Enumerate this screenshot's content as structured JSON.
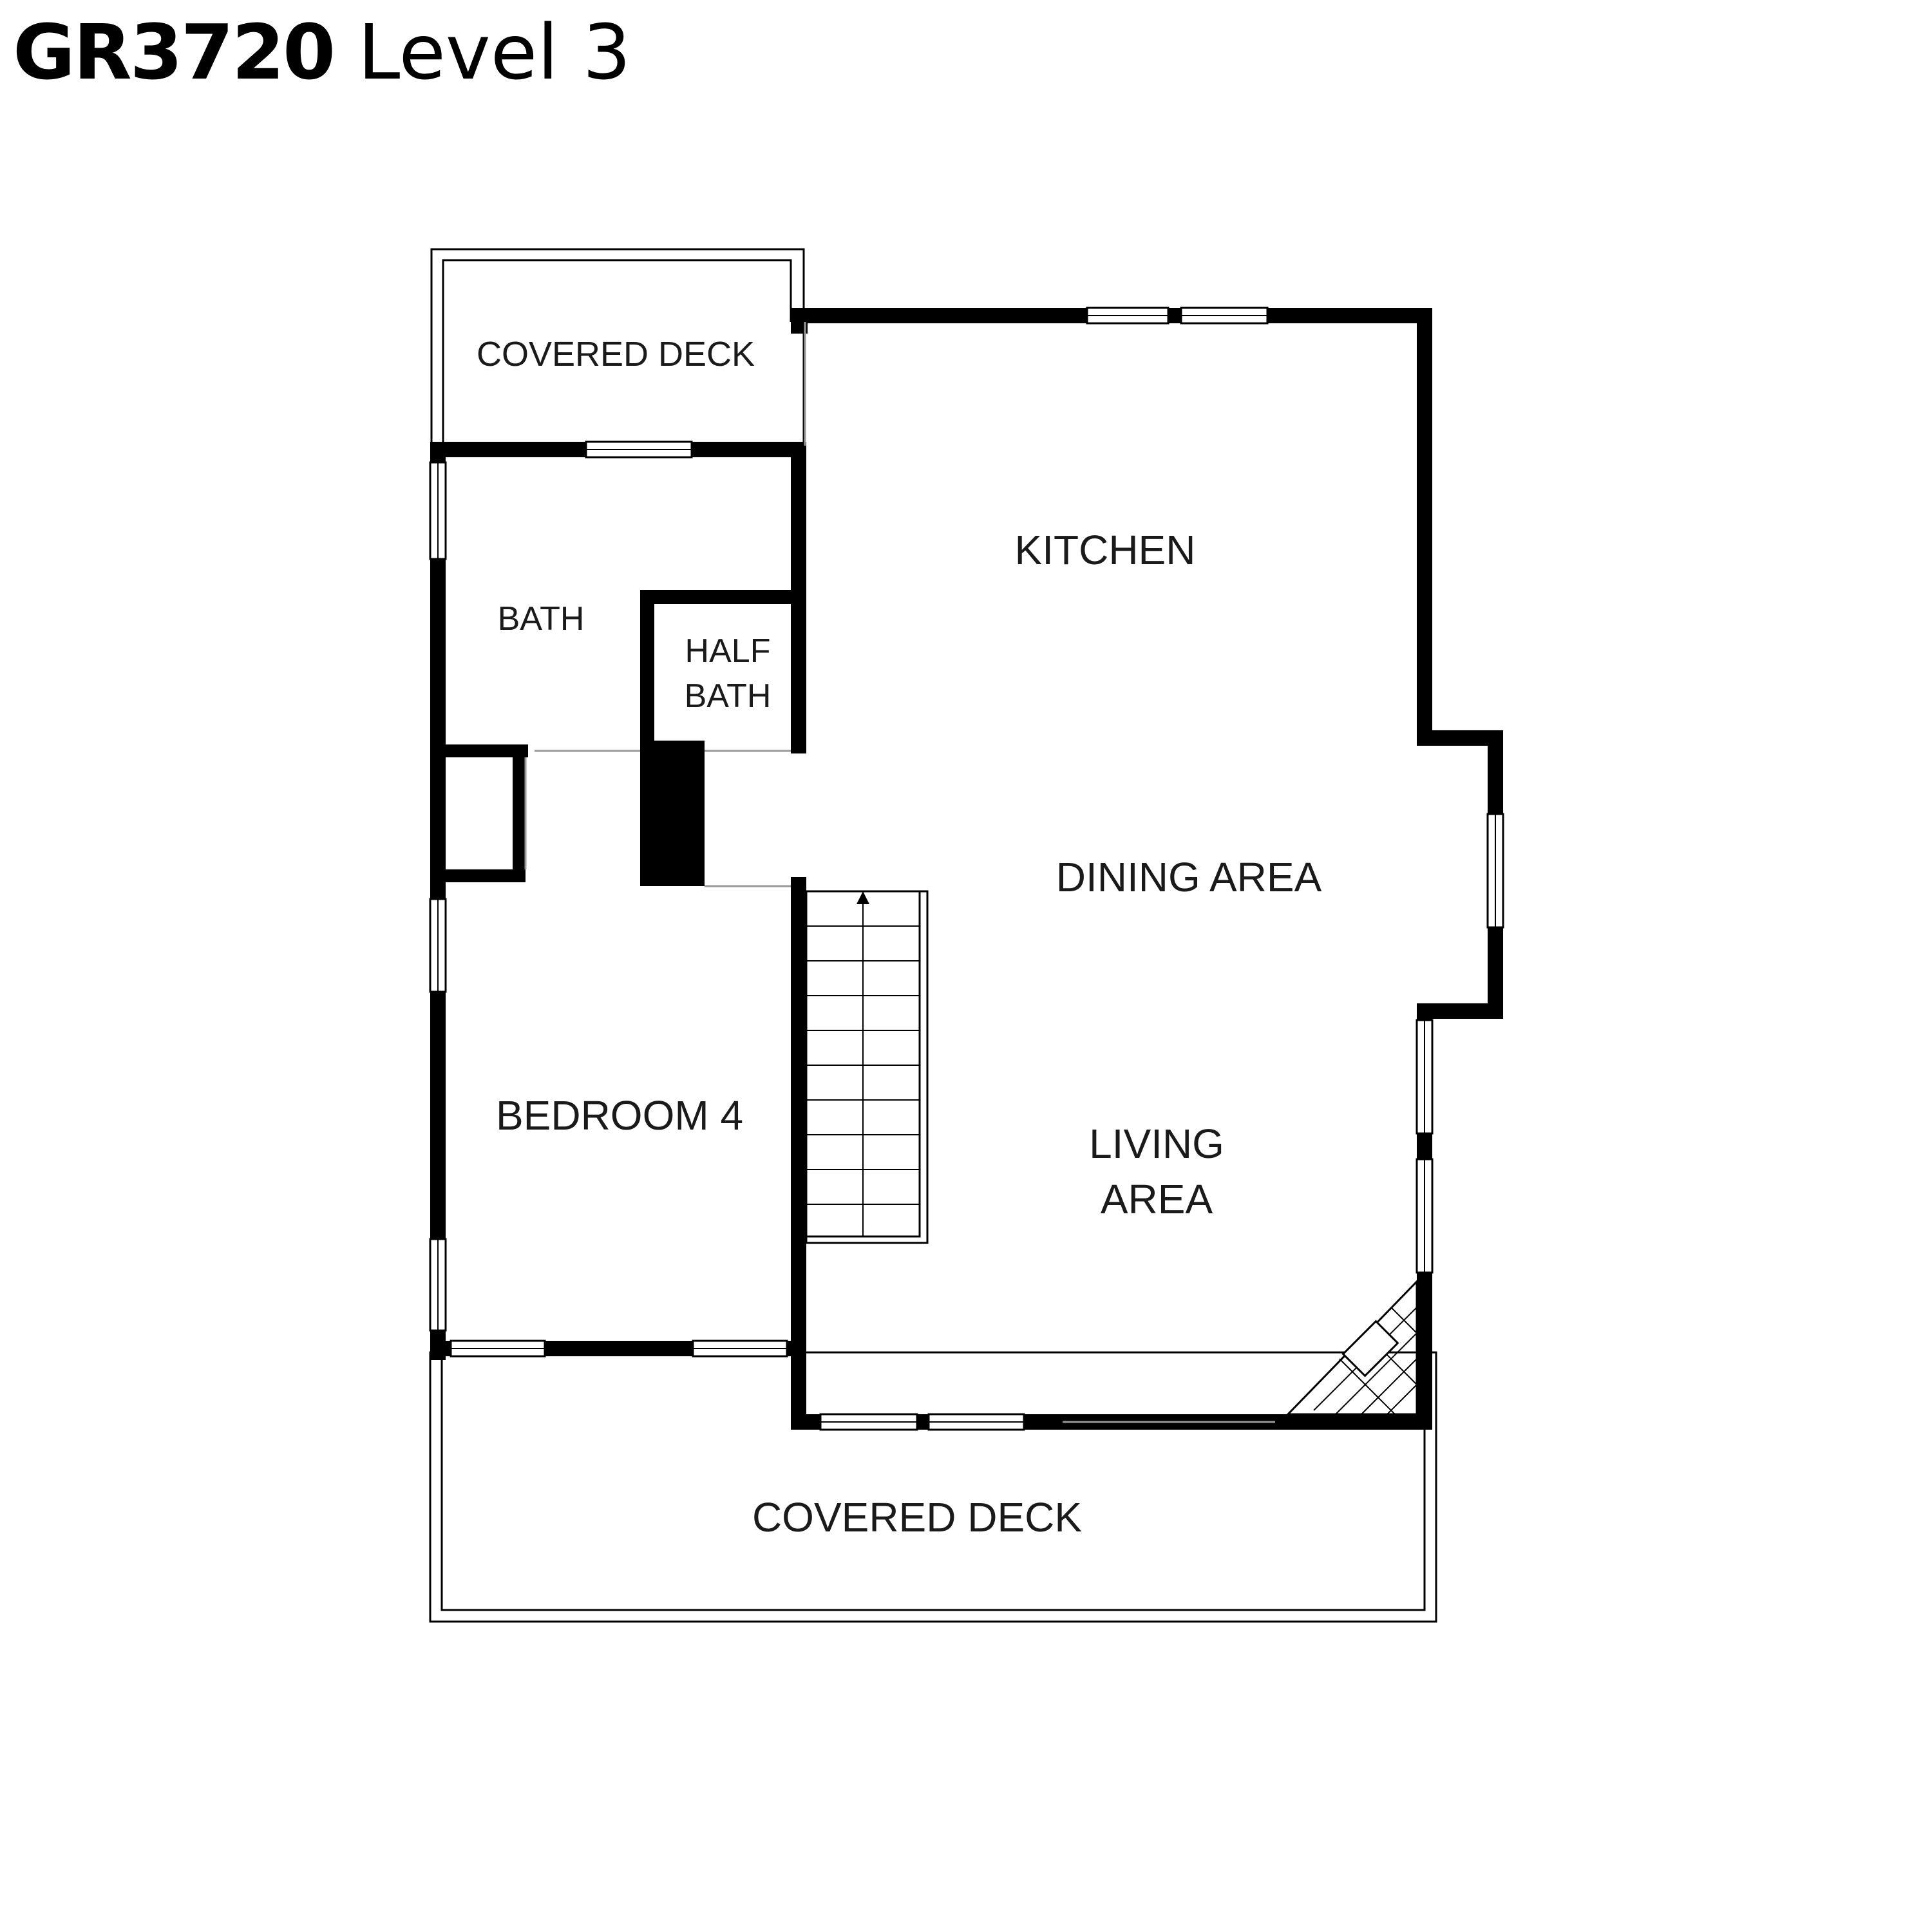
{
  "title": {
    "code": "GR3720",
    "level": "Level 3"
  },
  "rooms": {
    "covered_deck_top": "COVERED DECK",
    "kitchen": "KITCHEN",
    "bath": "BATH",
    "half_bath_line1": "HALF",
    "half_bath_line2": "BATH",
    "dining_area": "DINING AREA",
    "bedroom_4": "BEDROOM 4",
    "living_area_line1": "LIVING",
    "living_area_line2": "AREA",
    "covered_deck_bottom": "COVERED DECK"
  },
  "colors": {
    "wall": "#000000",
    "text": "#1a1a1a",
    "background": "#ffffff"
  }
}
